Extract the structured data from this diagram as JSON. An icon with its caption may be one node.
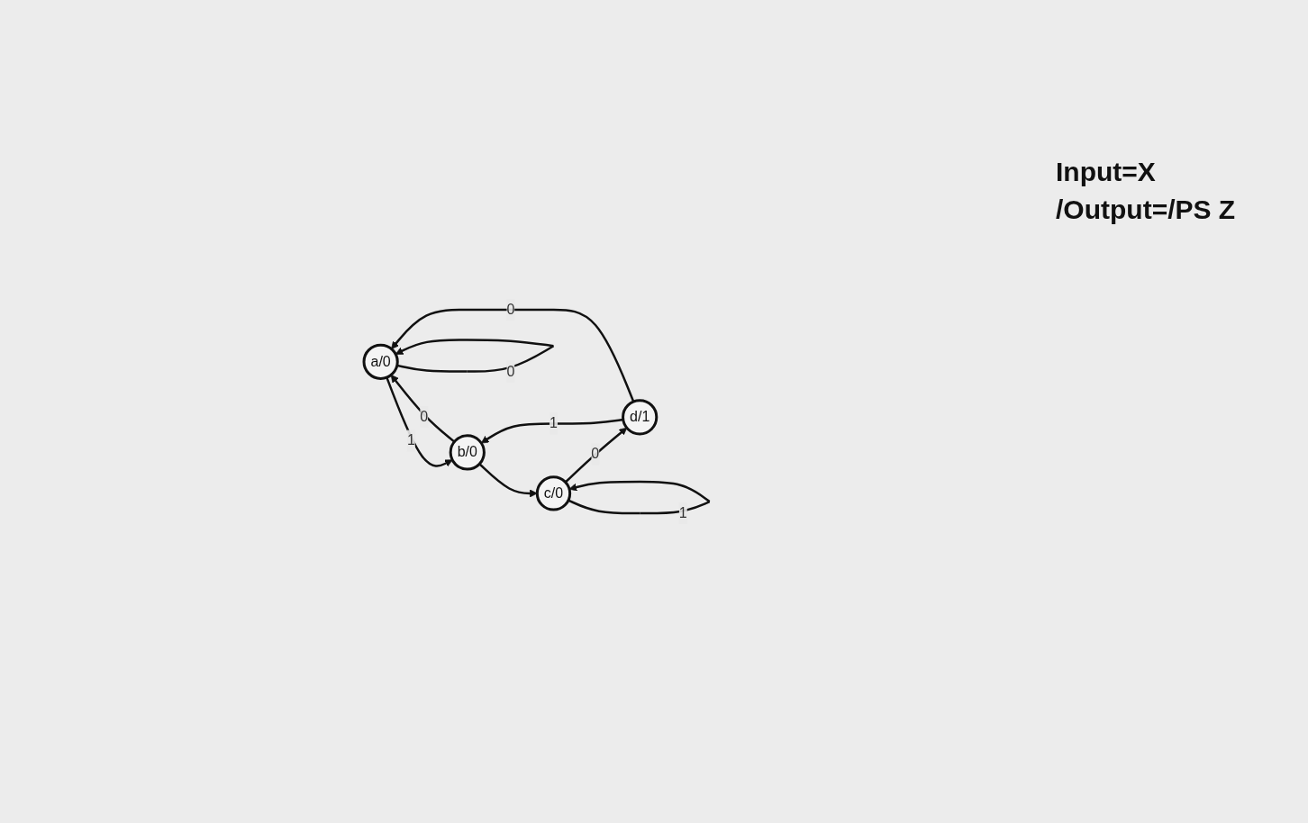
{
  "diagram": {
    "nodes": [
      {
        "text": [
          "a/0"
        ]
      },
      {
        "text": [
          "b/0"
        ]
      },
      {
        "text": [
          "c/0"
        ]
      },
      {
        "text": [
          "d/1"
        ]
      }
    ],
    "edges": [
      {
        "from": 0,
        "to": 1,
        "arrow": "to",
        "label": "1"
      },
      {
        "from": 1,
        "to": 0,
        "arrow": "to",
        "label": "0"
      },
      {
        "from": 0,
        "to": 0,
        "arrow": "to",
        "label": "0"
      },
      {
        "from": 1,
        "to": 2,
        "arrow": "to"
      },
      {
        "from": 2,
        "to": 2,
        "arrow": "to",
        "label": "1"
      },
      {
        "from": 2,
        "to": 3,
        "arrow": "to",
        "label": "0"
      },
      {
        "from": 3,
        "to": 1,
        "arrow": "to",
        "label": "1"
      },
      {
        "from": 3,
        "to": 0,
        "arrow": "to",
        "label": "0"
      }
    ],
    "labels": [
      "Input=X",
      "/Output=/PS Z"
    ]
  }
}
